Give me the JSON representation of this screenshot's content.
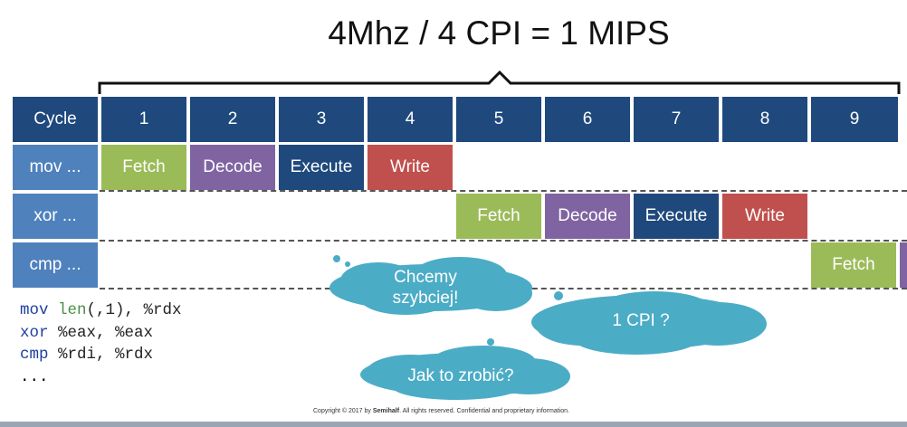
{
  "title": "4Mhz / 4 CPI = 1 MIPS",
  "header": {
    "cycle_label": "Cycle",
    "cycles": [
      "1",
      "2",
      "3",
      "4",
      "5",
      "6",
      "7",
      "8",
      "9"
    ]
  },
  "rows": [
    {
      "label": "mov ...",
      "stages": [
        "Fetch",
        "Decode",
        "Execute",
        "Write"
      ]
    },
    {
      "label": "xor ...",
      "stages": [
        "Fetch",
        "Decode",
        "Execute",
        "Write"
      ]
    },
    {
      "label": "cmp ...",
      "stages": [
        "Fetch"
      ]
    }
  ],
  "code": {
    "line1": {
      "op": "mov",
      "arg1": "len",
      "arg2": "(,1), %rdx"
    },
    "line2": {
      "op": "xor",
      "args": "%eax, %eax"
    },
    "line3": {
      "op": "cmp",
      "args": "%rdi, %rdx"
    },
    "line4": "..."
  },
  "clouds": {
    "c1": "Chcemy szybciej!",
    "c2": "1 CPI ?",
    "c3": "Jak to zrobić?"
  },
  "footer": {
    "copyright": "Copyright © 2017 by",
    "brand": "Semihalf",
    "rights": ". All rights reserved. Confidential and proprietary information."
  },
  "colors": {
    "header": "#1f497d",
    "instruction": "#4f81bd",
    "fetch": "#9bbb59",
    "decode": "#8064a2",
    "execute": "#1f497d",
    "write": "#c0504d",
    "cloud": "#4bacc6"
  }
}
